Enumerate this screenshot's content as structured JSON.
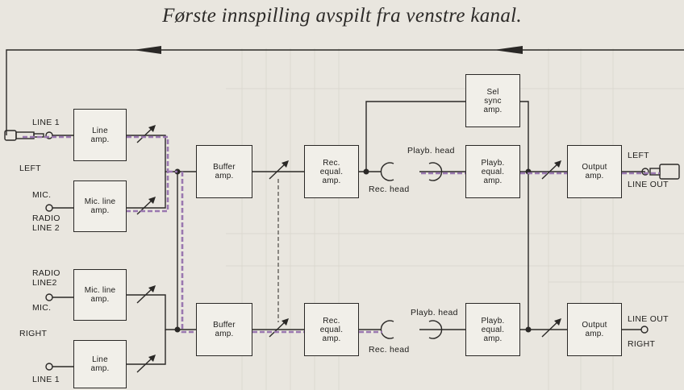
{
  "title": "Første innspilling avspilt fra venstre kanal.",
  "labels": {
    "line1_top": "LINE 1",
    "left_in": "LEFT",
    "mic_top": "MIC.",
    "radio_line2_top": "RADIO\nLINE 2",
    "radio_line2_bottom": "RADIO\nLINE2",
    "mic_bottom": "MIC.",
    "right_in": "RIGHT",
    "line1_bottom": "LINE 1",
    "playb_head_top": "Playb. head",
    "rec_head_top": "Rec. head",
    "playb_head_bottom": "Playb. head",
    "rec_head_bottom": "Rec. head",
    "left_out": "LEFT",
    "line_out_top": "LINE OUT",
    "line_out_bottom": "LINE OUT",
    "right_out": "RIGHT"
  },
  "blocks": {
    "line_amp_top": "Line\namp.",
    "mic_line_amp_top": "Mic. line\namp.",
    "mic_line_amp_bottom": "Mic. line\namp.",
    "line_amp_bottom": "Line\namp.",
    "buffer_amp_top": "Buffer\namp.",
    "buffer_amp_bottom": "Buffer\namp.",
    "rec_equal_amp_top": "Rec.\nequal.\namp.",
    "rec_equal_amp_bottom": "Rec.\nequal.\namp.",
    "sel_sync_amp": "Sel\nsync\namp.",
    "playb_equal_amp_top": "Playb.\nequal.\namp.",
    "playb_equal_amp_bottom": "Playb.\nequal.\namp.",
    "output_amp_top": "Output\namp.",
    "output_amp_bottom": "Output\namp."
  },
  "colors": {
    "signal_path": "#9a78b0",
    "wire": "#2a2826",
    "background": "#e9e6df"
  }
}
